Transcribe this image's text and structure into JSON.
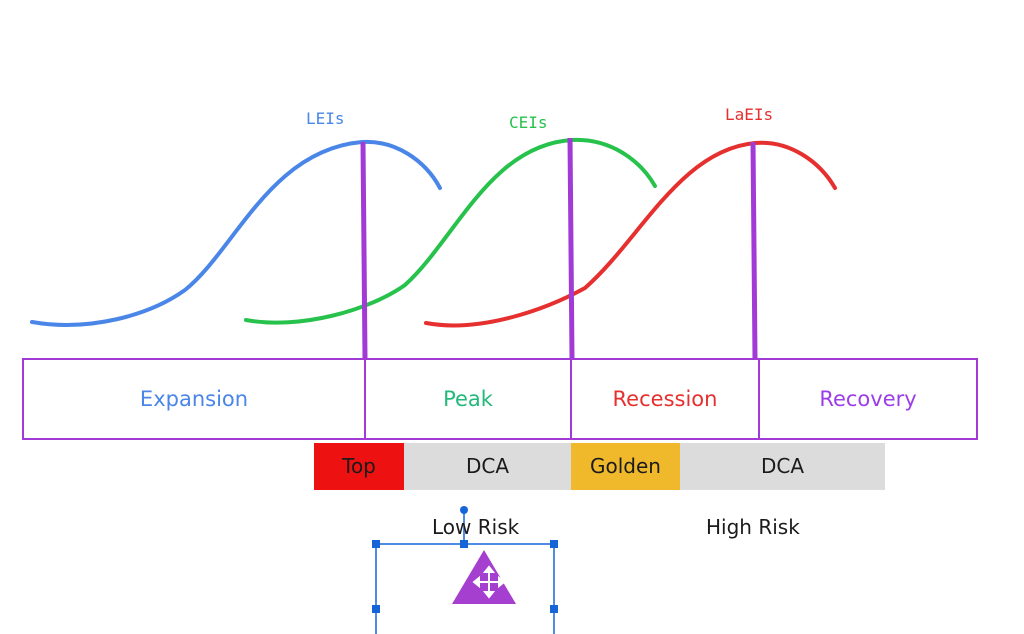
{
  "curves": [
    {
      "label": "LEIs",
      "color": "#4a86e8"
    },
    {
      "label": "CEIs",
      "color": "#27c24c"
    },
    {
      "label": "LaEIs",
      "color": "#e5302f"
    }
  ],
  "phases": [
    {
      "label": "Expansion",
      "color": "#4a86e8"
    },
    {
      "label": "Peak",
      "color": "#23b97a"
    },
    {
      "label": "Recession",
      "color": "#e5302f"
    },
    {
      "label": "Recovery",
      "color": "#9b3ee8"
    }
  ],
  "zones": [
    {
      "label": "Top",
      "color": "#ee1111"
    },
    {
      "label": "DCA",
      "color": "#dcdcdc"
    },
    {
      "label": "Golden",
      "color": "#f0b92c"
    },
    {
      "label": "DCA",
      "color": "#dcdcdc"
    }
  ],
  "risk_labels": {
    "low": "Low Risk",
    "high": "High Risk"
  },
  "divider_color": "#a23bd6",
  "shape_color": "#a53fcf",
  "selection_color": "#1565d8"
}
